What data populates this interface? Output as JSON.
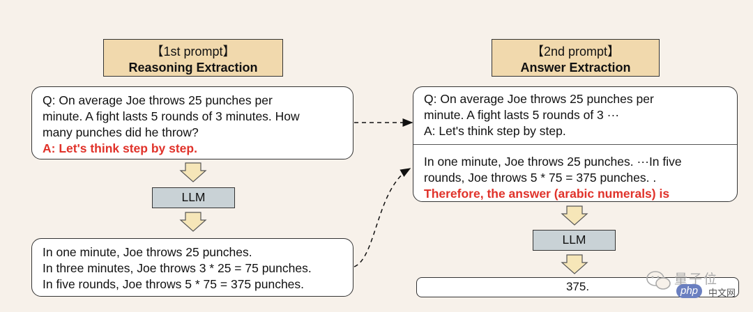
{
  "left": {
    "header_line1": "【1st prompt】",
    "header_line2": "Reasoning Extraction",
    "prompt_lines": [
      "Q: On average Joe throws 25 punches per",
      "minute.  A fight lasts 5 rounds of 3 minutes.  How",
      "many punches did he throw?"
    ],
    "prompt_trigger": "A: Let's think step by step.",
    "llm_label": "LLM",
    "output_lines": [
      "In one minute, Joe throws 25 punches.",
      "In three minutes, Joe throws 3 * 25 = 75 punches.",
      "In five rounds, Joe throws 5 * 75 = 375 punches."
    ]
  },
  "right": {
    "header_line1": "【2nd prompt】",
    "header_line2": "Answer Extraction",
    "prompt_lines": [
      "Q: On average Joe throws 25 punches per",
      "minute.  A fight lasts 5 rounds of 3 ···",
      "A: Let's think step by step."
    ],
    "reasoning_lines": [
      "In one minute, Joe throws 25 punches. ···In five",
      "rounds, Joe throws 5 * 75 = 375 punches. ."
    ],
    "answer_trigger": "Therefore, the answer (arabic numerals) is",
    "llm_label": "LLM",
    "result": "375."
  },
  "watermark": {
    "text": "量子位",
    "php": "php",
    "cn": "中文网"
  },
  "colors": {
    "header_fill": "#f1d9ad",
    "llm_fill": "#c9d2d6",
    "arrow_fill": "#f6e6b8",
    "highlight_red": "#e0322a",
    "background": "#f7f1ea"
  }
}
